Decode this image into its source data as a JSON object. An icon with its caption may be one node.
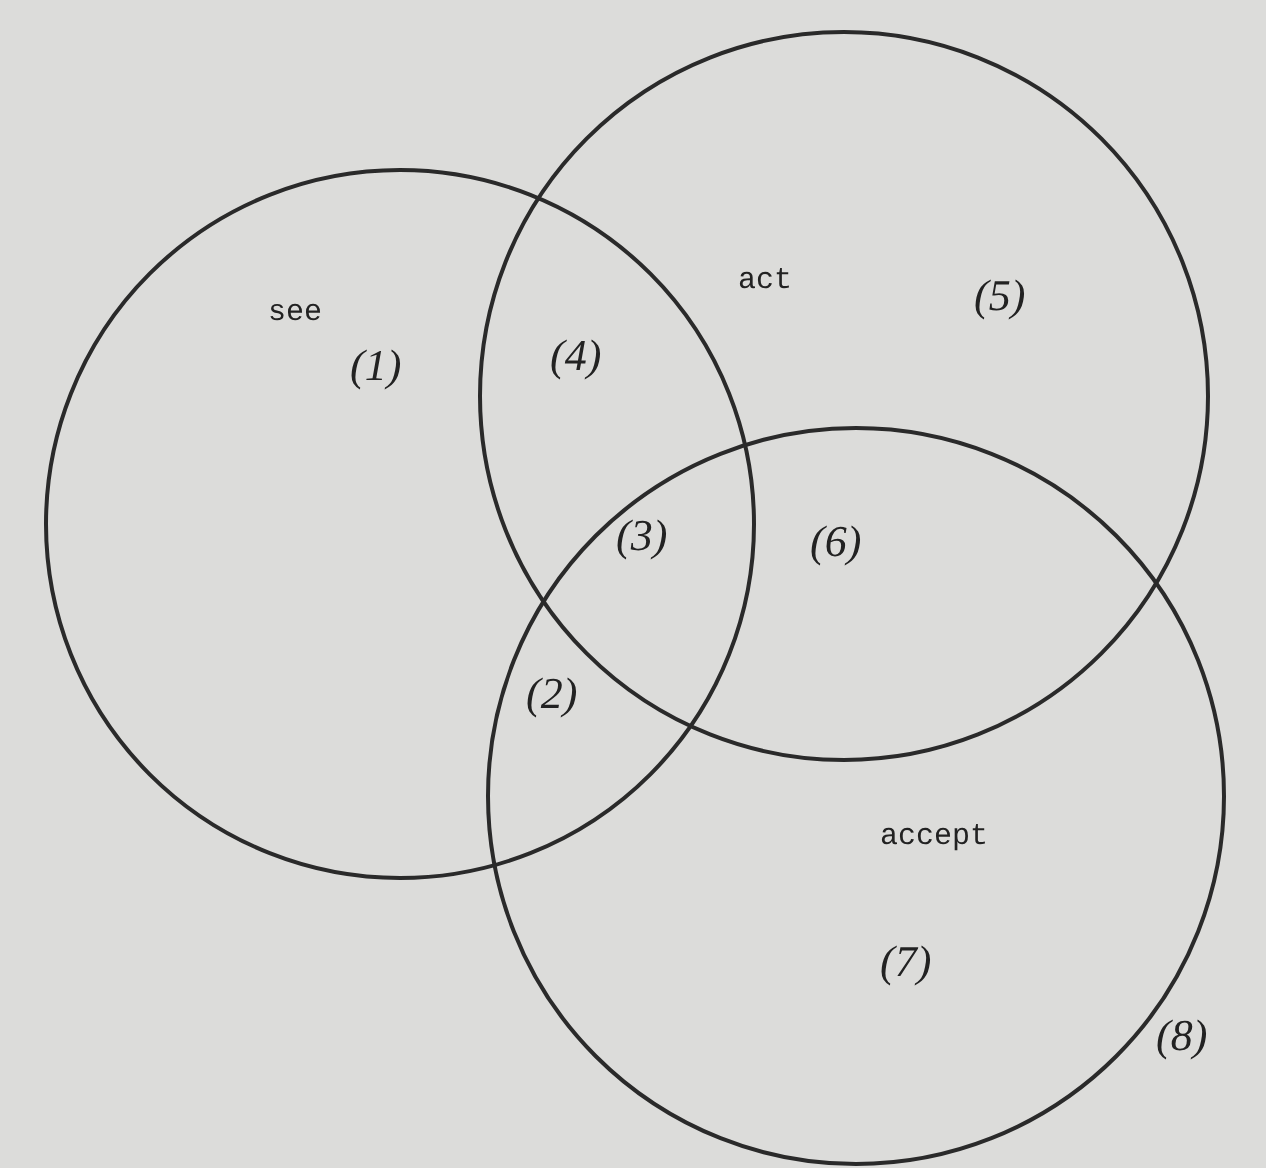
{
  "diagram": {
    "nodes": [
      {
        "text": [
          "see"
        ]
      },
      {
        "text": [
          "act"
        ]
      },
      {
        "text": [
          "accept"
        ]
      }
    ],
    "labels": [
      "(1)",
      "(4)",
      "(5)",
      "(3)",
      "(6)",
      "(2)",
      "(7)",
      "(8)"
    ]
  }
}
